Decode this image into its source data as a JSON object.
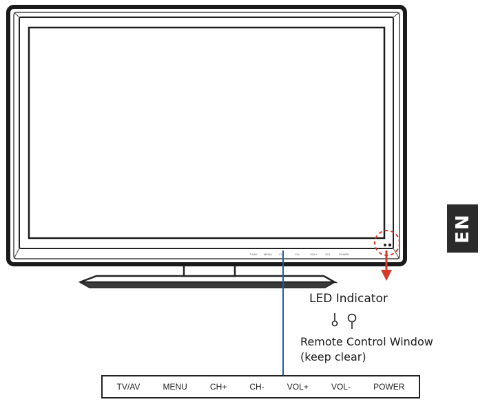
{
  "callouts": {
    "led": "LED Indicator",
    "remote_line1": "Remote Control Window",
    "remote_line2": "(keep clear)"
  },
  "language_tab": "EN",
  "buttons": [
    "TV/AV",
    "MENU",
    "CH+",
    "CH-",
    "VOL+",
    "VOL-",
    "POWER"
  ],
  "colors": {
    "outline": "#222222",
    "leader_line": "#1f5f9e",
    "indicator_arrow": "#d83a2a",
    "tab_bg": "#2b2b2b"
  },
  "icons": {
    "led": "led-bulb-icon",
    "remote": "sensor-window-icon"
  }
}
